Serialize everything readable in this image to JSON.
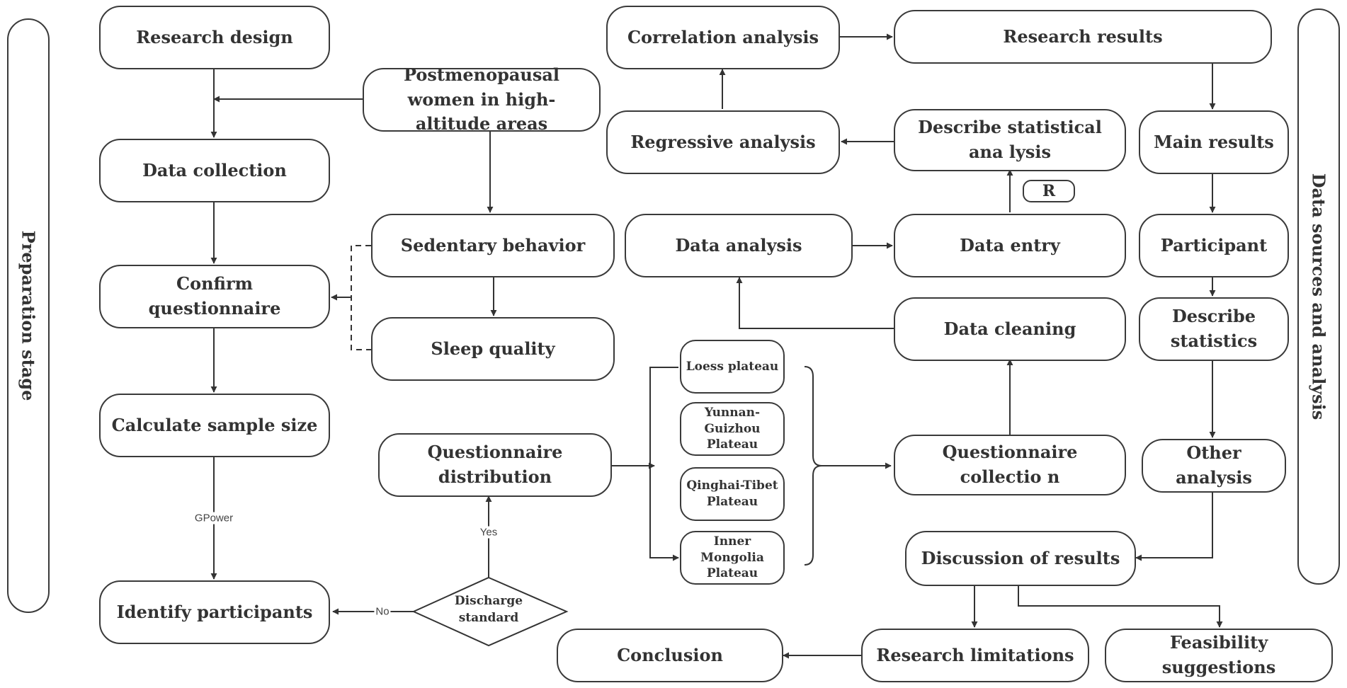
{
  "bands": {
    "left": "Preparation stage",
    "right": "Data sources and analysis"
  },
  "nodes": {
    "research_design": "Research design",
    "data_collection": "Data collection",
    "confirm_questionnaire": "Confirm questionnaire",
    "calculate_sample_size": "Calculate sample size",
    "identify_participants": "Identify participants",
    "postmenopausal_women": "Postmenopausal women in high-altitude areas",
    "sedentary_behavior": "Sedentary behavior",
    "sleep_quality": "Sleep quality",
    "questionnaire_distribution": "Questionnaire distribution",
    "discharge_standard": "Discharge standard",
    "loess_plateau": "Loess plateau",
    "yunnan_guizhou": "Yunnan-Guizhou Plateau",
    "qinghai_tibet": "Qinghai-Tibet Plateau",
    "inner_mongolia": "Inner Mongolia Plateau",
    "correlation_analysis": "Correlation analysis",
    "regressive_analysis": "Regressive analysis",
    "data_analysis": "Data analysis",
    "research_results": "Research results",
    "describe_statistical_analysis": "Describe statistical ana lysis",
    "r_tool": "R",
    "data_entry": "Data entry",
    "data_cleaning": "Data cleaning",
    "questionnaire_collection": "Questionnaire collectio n",
    "main_results": "Main results",
    "participant": "Participant",
    "describe_statistics": "Describe statistics",
    "other_analysis": "Other analysis",
    "discussion_of_results": "Discussion of results",
    "conclusion": "Conclusion",
    "research_limitations": "Research limitations",
    "feasibility_suggestions": "Feasibility suggestions"
  },
  "edge_labels": {
    "gpower": "GPower",
    "yes": "Yes",
    "no": "No"
  }
}
